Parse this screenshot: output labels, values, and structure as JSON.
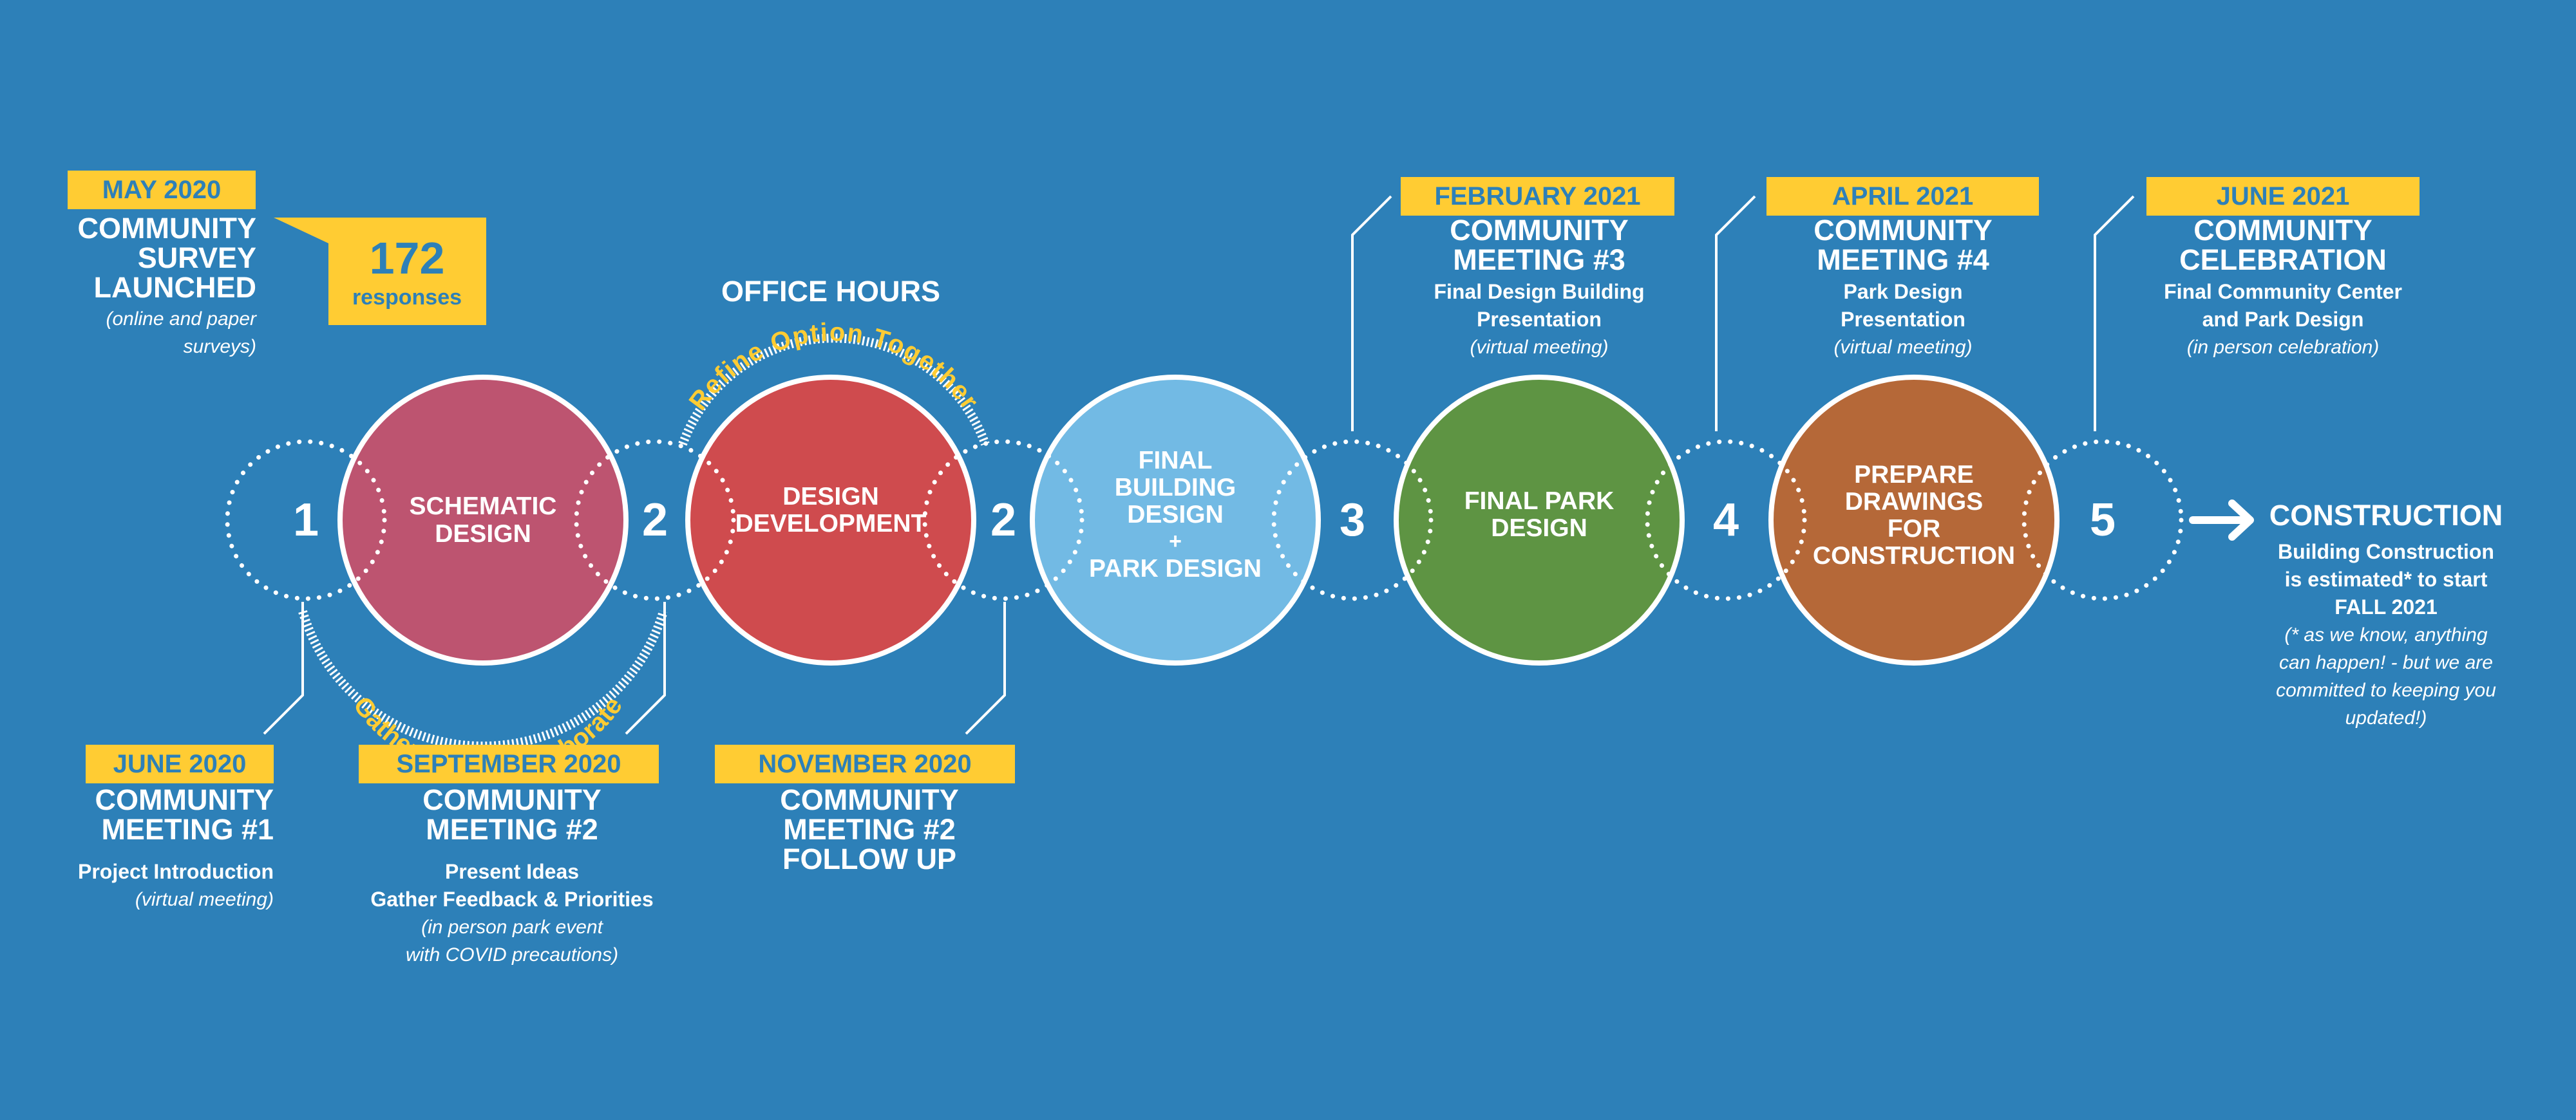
{
  "colors": {
    "background": "#2d80b8",
    "tag_yellow": "#ffcc33",
    "white": "#ffffff",
    "schematic": "#bd5470",
    "development": "#cf4b4e",
    "building": "#72bae4",
    "park": "#5e9443",
    "prepare": "#b56838"
  },
  "survey": {
    "tag": "MAY 2020",
    "title": [
      "COMMUNITY",
      "SURVEY",
      "LAUNCHED"
    ],
    "note": [
      "(online and paper",
      "surveys)"
    ],
    "callout_number": "172",
    "callout_label": "responses"
  },
  "office_hours": {
    "title": "OFFICE HOURS",
    "arc_label": "Refine Option Together"
  },
  "gather_label": "Gather Ideas / Collaborate",
  "phases": [
    {
      "label_lines": [
        "SCHEMATIC",
        "DESIGN"
      ],
      "color": "#bd5470"
    },
    {
      "label_lines": [
        "DESIGN",
        "DEVELOPMENT"
      ],
      "color": "#cf4b4e"
    },
    {
      "label_lines": [
        "FINAL",
        "BUILDING",
        "DESIGN",
        "+",
        "PARK DESIGN"
      ],
      "color": "#72bae4"
    },
    {
      "label_lines": [
        "FINAL PARK",
        "DESIGN"
      ],
      "color": "#5e9443"
    },
    {
      "label_lines": [
        "PREPARE",
        "DRAWINGS",
        "FOR",
        "CONSTRUCTION"
      ],
      "color": "#b56838"
    }
  ],
  "meeting_numbers": [
    "1",
    "2",
    "2",
    "3",
    "4",
    "5"
  ],
  "meetings_below": [
    {
      "date": "JUNE 2020",
      "title": [
        "COMMUNITY",
        "MEETING #1"
      ],
      "details": [
        "Project Introduction"
      ],
      "notes": [
        "(virtual meeting)"
      ]
    },
    {
      "date": "SEPTEMBER 2020",
      "title": [
        "COMMUNITY",
        "MEETING #2"
      ],
      "details": [
        "Present Ideas",
        "Gather Feedback & Priorities"
      ],
      "notes": [
        "(in person park event",
        "with COVID precautions)"
      ]
    },
    {
      "date": "NOVEMBER 2020",
      "title": [
        "COMMUNITY",
        "MEETING #2",
        "FOLLOW UP"
      ],
      "details": [],
      "notes": []
    }
  ],
  "meetings_above": [
    {
      "date": "FEBRUARY 2021",
      "title": [
        "COMMUNITY",
        "MEETING #3"
      ],
      "details": [
        "Final Design Building",
        "Presentation"
      ],
      "notes": [
        "(virtual meeting)"
      ]
    },
    {
      "date": "APRIL 2021",
      "title": [
        "COMMUNITY",
        "MEETING #4"
      ],
      "details": [
        "Park Design",
        "Presentation"
      ],
      "notes": [
        "(virtual meeting)"
      ]
    },
    {
      "date": "JUNE 2021",
      "title": [
        "COMMUNITY",
        "CELEBRATION"
      ],
      "details": [
        "Final Community Center",
        "and Park Design"
      ],
      "notes": [
        "(in person celebration)"
      ]
    }
  ],
  "construction": {
    "title": "CONSTRUCTION",
    "details": [
      "Building Construction",
      "is estimated* to start",
      "FALL 2021"
    ],
    "notes": [
      "(* as we know, anything",
      "can happen! - but we are",
      "committed to keeping you",
      "updated!)"
    ]
  }
}
